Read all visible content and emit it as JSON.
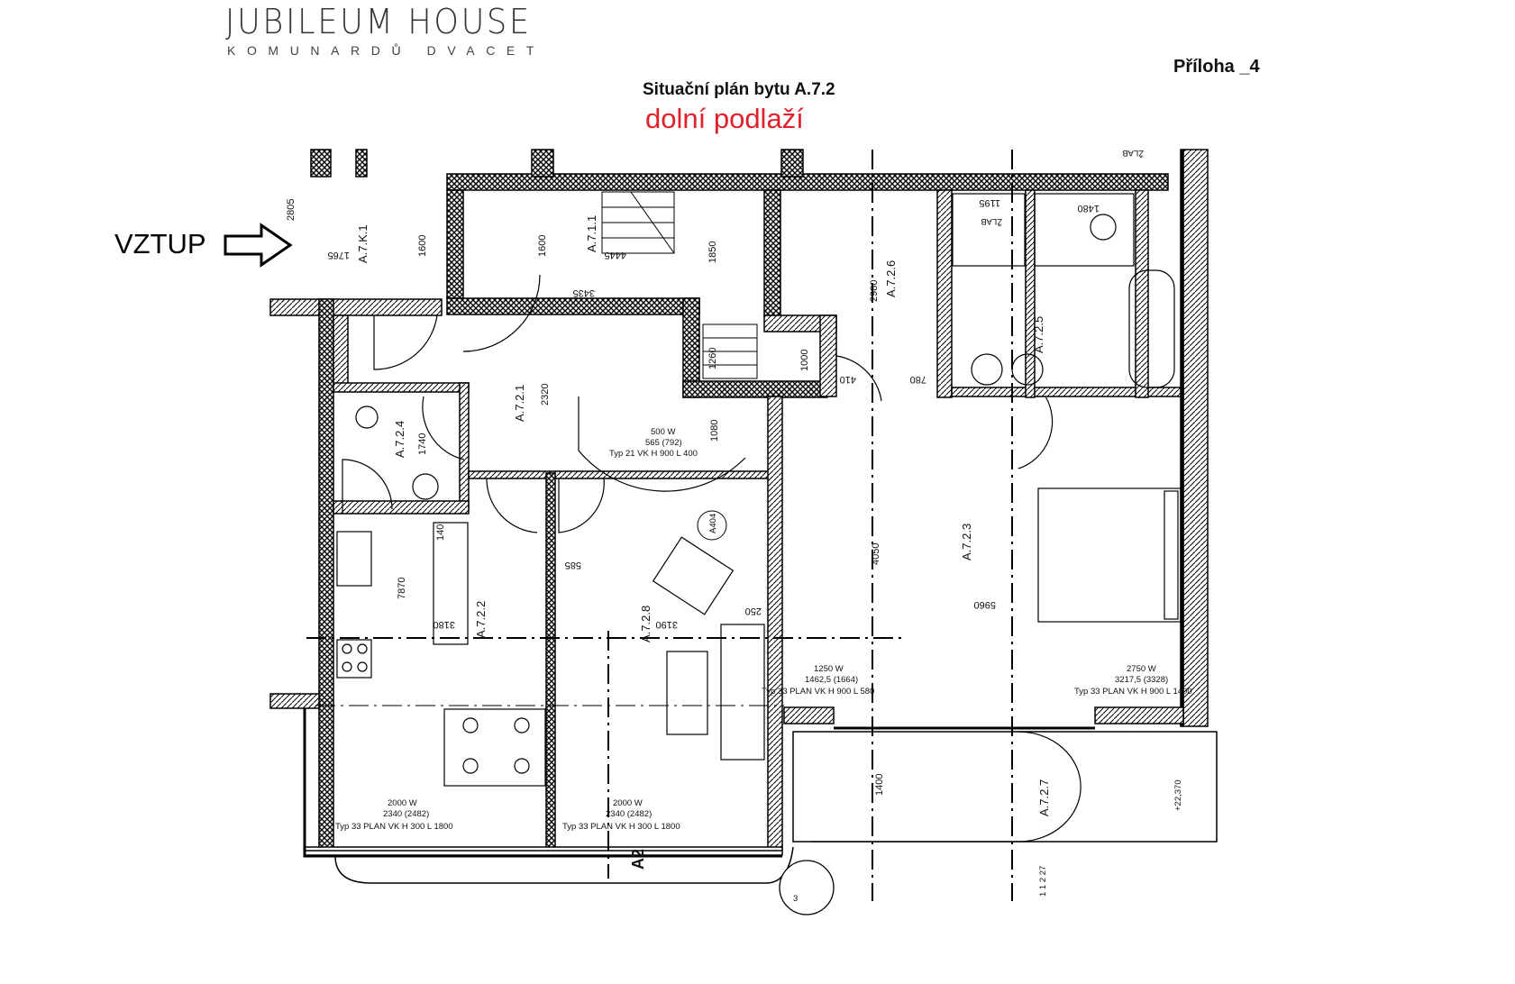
{
  "header": {
    "brand": "JUBILEUM HOUSE",
    "brand_sub": "KOMUNARDŮ DVACET",
    "annex": "Příloha _4",
    "title": "Situační plán bytu A.7.2",
    "subtitle": "dolní podlaží",
    "subtitle_color": "#e0202a"
  },
  "entry_label": "VZTUP",
  "rooms": [
    "A.7.K.1",
    "A.7.1.1",
    "A.7.2.6",
    "A.7.2.5",
    "A.7.2.4",
    "A.7.2.1",
    "A.7.2.2",
    "A.7.2.8",
    "A.7.2.3",
    "A.7.2.7"
  ],
  "dimensions": {
    "d1765": "1765",
    "d1600a": "1600",
    "d1600b": "1600",
    "d4445": "4445",
    "d3435": "3435",
    "d1850": "1850",
    "d2320": "2320",
    "d1740": "1740",
    "d1260": "1260",
    "d1000": "1000",
    "d2980": "2980",
    "d780": "780",
    "d410": "410",
    "d1195": "1195",
    "d1480": "1480",
    "d7870": "7870",
    "d3180": "3180",
    "d3190": "3190",
    "d4050": "4050",
    "d5960": "5960",
    "d1400": "1400",
    "d140": "140",
    "d585": "585",
    "d250": "250",
    "d2805": "2805",
    "d1080": "1080"
  },
  "notes": {
    "rad1_w": "500 W",
    "rad1_v": "565 (792)",
    "rad1_t": "Typ 21 VK  H 900  L 400",
    "rad2_w": "2000 W",
    "rad2_v": "2340 (2482)",
    "rad2_t": "Typ 33 PLAN VK  H 300  L 1800",
    "rad3_w": "2000 W",
    "rad3_v": "2340 (2482)",
    "rad3_t": "Typ 33 PLAN VK  H 300  L 1800",
    "rad4_w": "1250 W",
    "rad4_v": "1462,5 (1664)",
    "rad4_t": "Typ 33 PLAN VK  H 900  L 580",
    "rad5_w": "2750 W",
    "rad5_v": "3217,5 (3328)",
    "rad5_t": "Typ 33 PLAN VK  H 900  L 1400",
    "zlab1": "ŽLAB",
    "zlab2": "ŽLAB",
    "level": "+22,370",
    "tag_a404": "A404",
    "tag_a2": "A2",
    "tag_3": "3",
    "tag_1127": "1 1 2 27"
  }
}
